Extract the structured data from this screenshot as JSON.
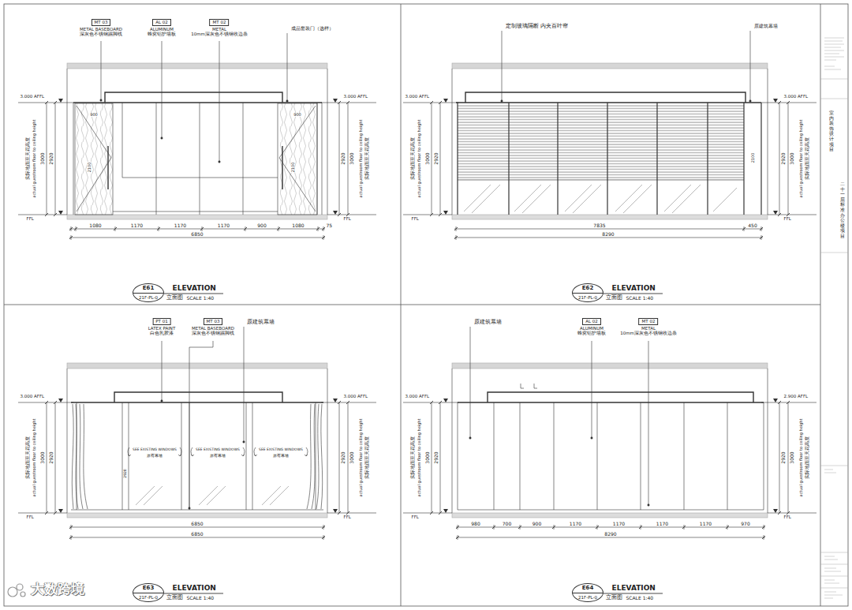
{
  "diagram": {
    "nodes": [
      {
        "text": [
          "MT 03",
          "METAL BASEBOARD",
          "深灰色不锈钢踢脚线"
        ]
      },
      {
        "text": [
          "AL 02",
          "ALUMINUM",
          "蜂窝铝护墙板"
        ]
      },
      {
        "text": [
          "MT 02",
          "METAL",
          "10mm深灰色不锈钢收边条"
        ]
      },
      {
        "text": [
          "E61",
          "21F-PL-0"
        ]
      },
      {
        "text": [
          "E62",
          "21F-PL-0"
        ]
      },
      {
        "text": [
          "PT 01",
          "LATEX PAINT",
          "白色乳胶漆"
        ]
      },
      {
        "text": [
          "MT 03",
          "METAL BASEBOARD",
          "深灰色不锈钢踢脚线"
        ]
      },
      {
        "text": [
          "E63",
          "21F-PL-0"
        ]
      },
      {
        "text": [
          "AL 02",
          "ALUMINUM",
          "蜂窝铝护墙板"
        ]
      },
      {
        "text": [
          "MT 02",
          "METAL",
          "10mm深灰色不锈钢收边条"
        ]
      },
      {
        "text": [
          "E64",
          "21F-PL-0"
        ]
      }
    ],
    "labels": [
      "3.000 AFFL",
      "FFL",
      "实际地面至天花高度",
      "actual guestroom floor to ceiling height",
      "3000",
      "2920",
      "2920",
      "3000",
      "actual guestroom floor to ceiling height",
      "实际地面至天花高度",
      "3.000 AFFL",
      "FFL",
      "成品套装门（选样）",
      "900",
      "2100",
      "900",
      "2100",
      "1080",
      "1170",
      "1170",
      "1170",
      "900",
      "1080",
      "75",
      "6850",
      "ELEVATION",
      "立面图",
      "SCALE 1:40",
      "3.000 AFFL",
      "FFL",
      "实际地面至天花高度",
      "actual guestroom floor to ceiling height",
      "3000",
      "2920",
      "2920",
      "3000",
      "actual guestroom floor to ceiling height",
      "实际地面至天花高度",
      "3.000 AFFL",
      "FFL",
      "定制玻璃隔断 内夹百叶帘",
      "原建筑幕墙",
      "2100",
      "7835",
      "450",
      "8290",
      "ELEVATION",
      "立面图",
      "SCALE 1:40",
      "3.000 AFFL",
      "FFL",
      "实际地面至天花高度",
      "actual guestroom floor to ceiling height",
      "3000",
      "2920",
      "2920",
      "3000",
      "actual guestroom floor to ceiling height",
      "实际地面至天花高度",
      "3.000 AFFL",
      "FFL",
      "原建筑幕墙",
      "SEE EXISTING WINDOWS",
      "原有幕墙",
      "SEE EXISTING WINDOWS",
      "原有幕墙",
      "SEE EXISTING WINDOWS",
      "原有幕墙",
      "2920",
      "6850",
      "6850",
      "ELEVATION",
      "立面图",
      "SCALE 1:40",
      "3.000 AFFL",
      "FFL",
      "实际地面至天花高度",
      "actual guestroom floor to ceiling height",
      "3000",
      "2920",
      "2920",
      "3000",
      "actual guestroom floor to ceiling height",
      "实际地面至天花高度",
      "2.900 AFFL",
      "FFL",
      "原建筑幕墙",
      "980",
      "700",
      "900",
      "1170",
      "1170",
      "1170",
      "1170",
      "970",
      "8290",
      "ELEVATION",
      "立面图",
      "SCALE 1:40",
      "室内装饰设计项目",
      "二十一层标准办公楼项目",
      "大数跨境"
    ]
  }
}
